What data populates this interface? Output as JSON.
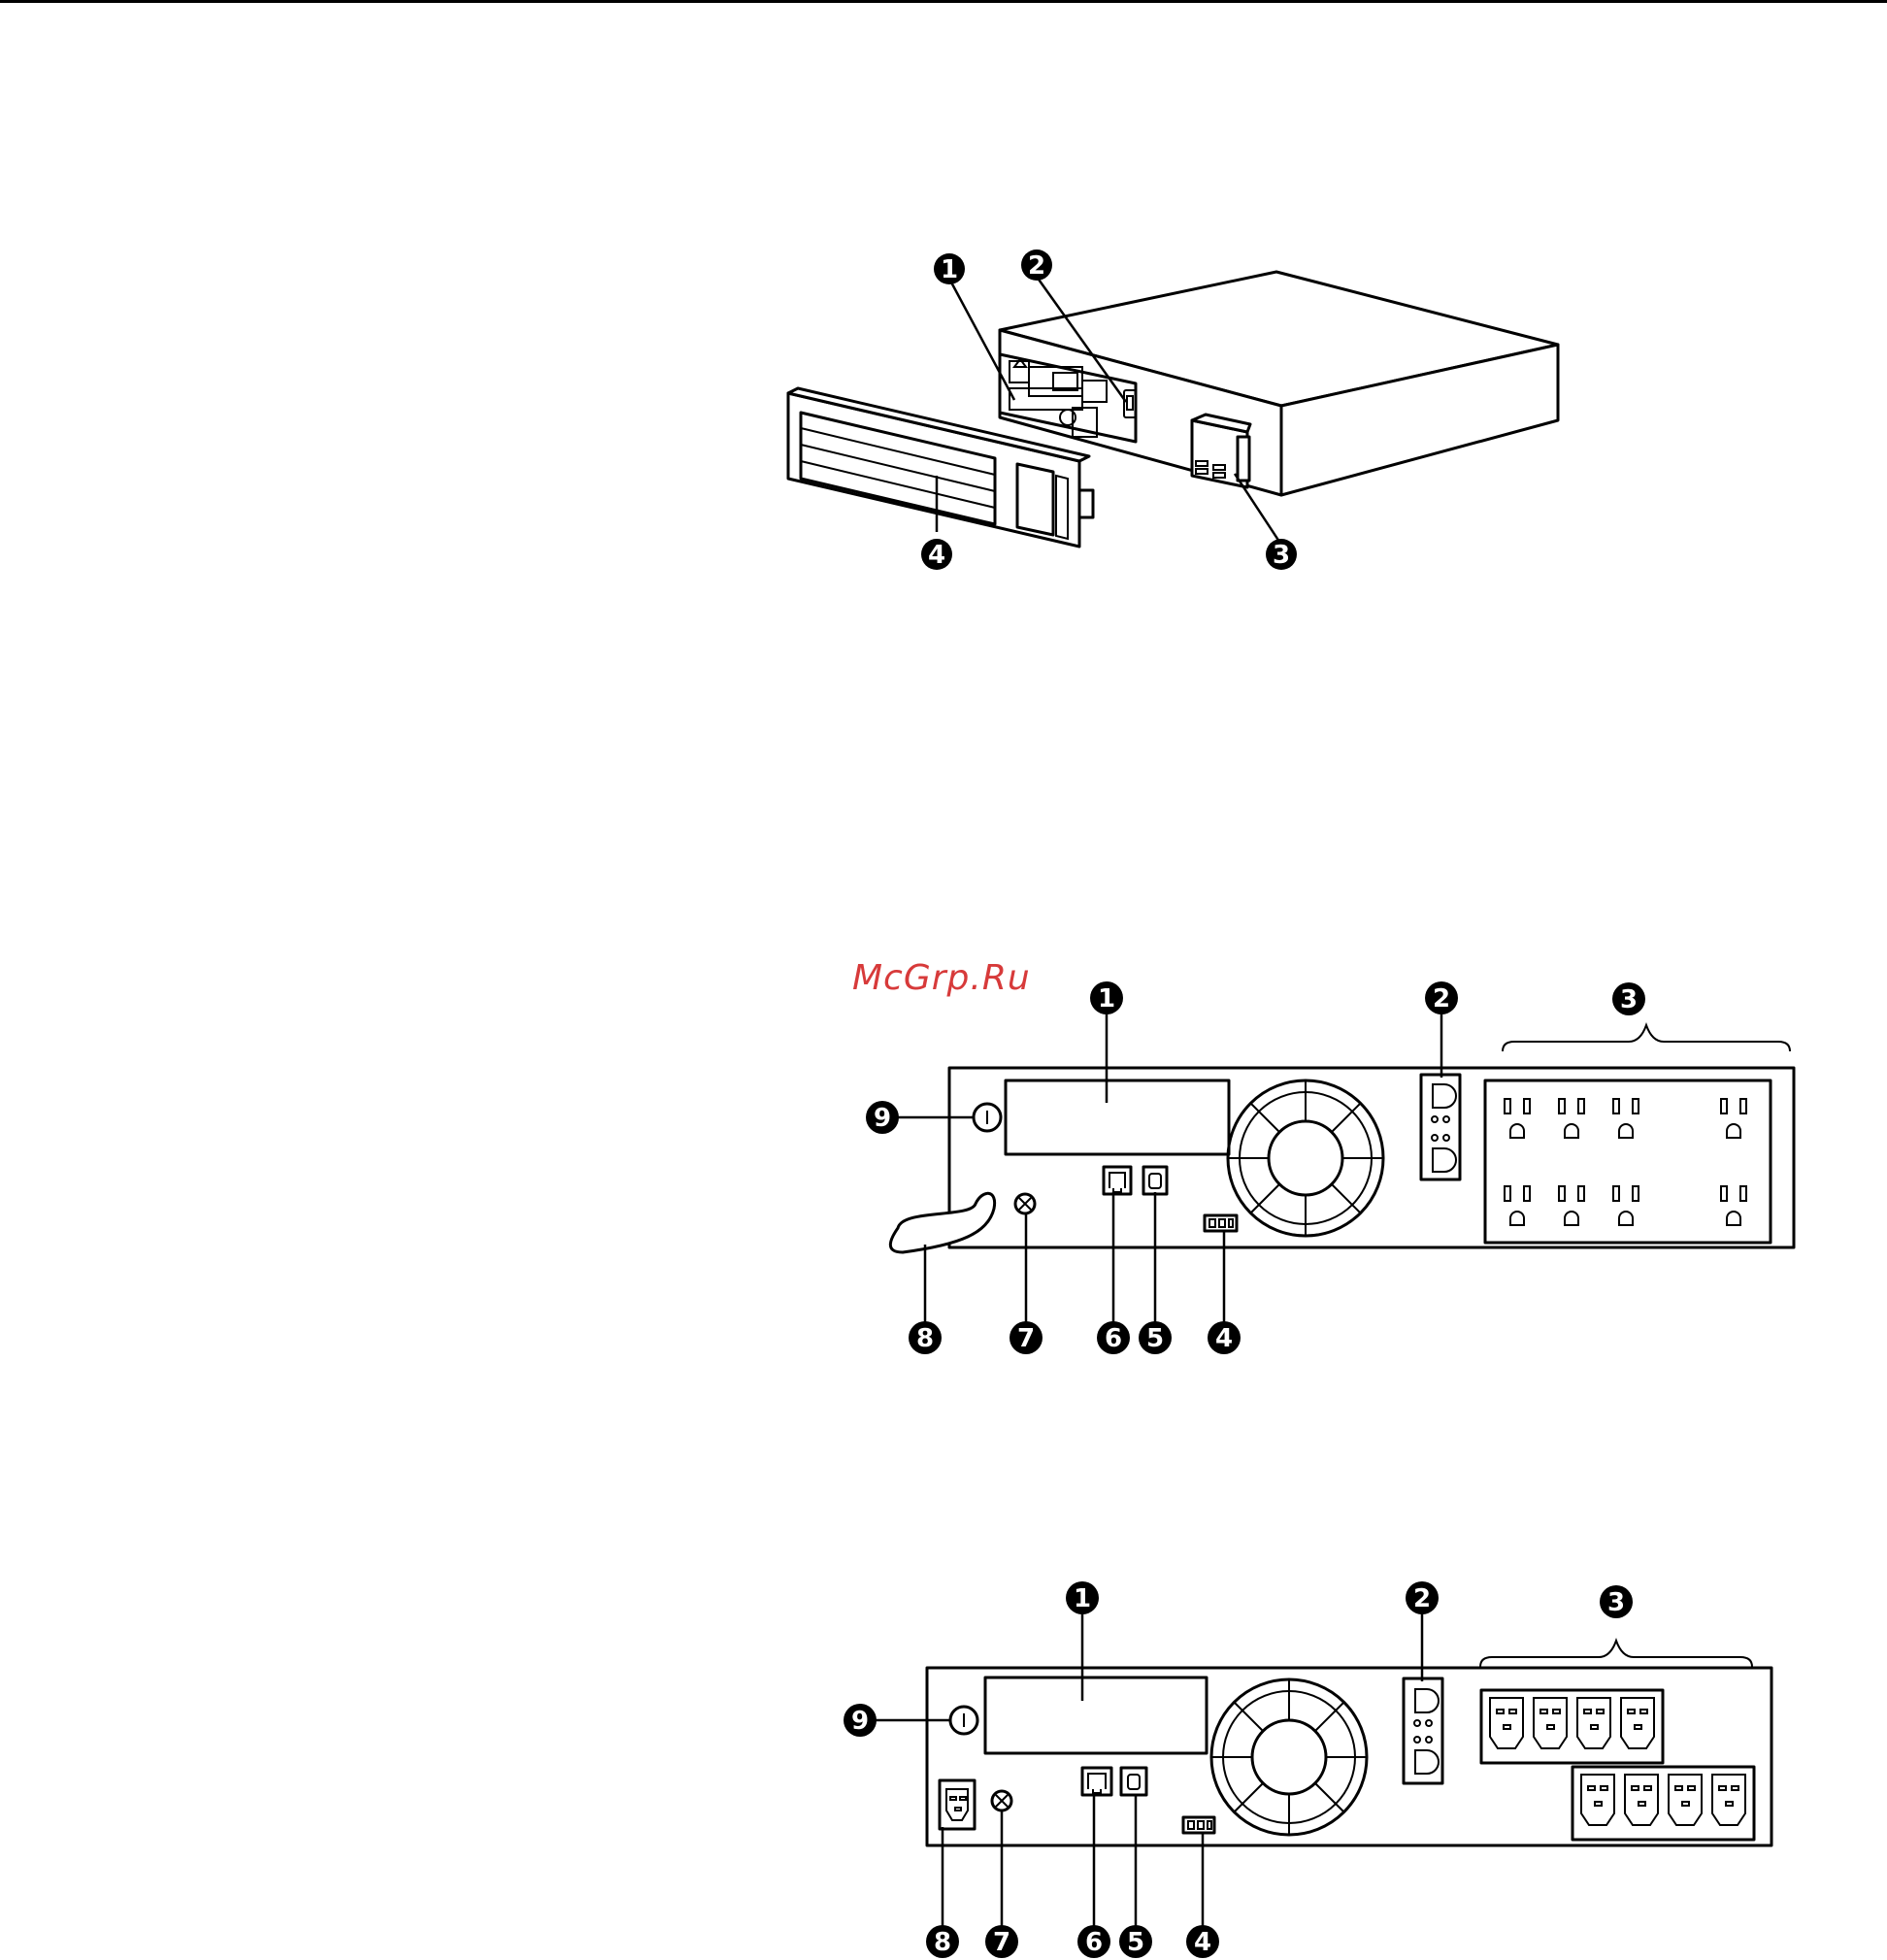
{
  "watermark": "McGrp.Ru",
  "figures": [
    {
      "id": "front-view",
      "callouts": [
        "1",
        "2",
        "3",
        "4"
      ]
    },
    {
      "id": "rear-view-nema",
      "callouts": [
        "1",
        "2",
        "3",
        "4",
        "5",
        "6",
        "7",
        "8",
        "9"
      ]
    },
    {
      "id": "rear-view-iec",
      "callouts": [
        "1",
        "2",
        "3",
        "4",
        "5",
        "6",
        "7",
        "8",
        "9"
      ]
    }
  ],
  "colors": {
    "ink": "#000000",
    "watermark": "#d73a3a",
    "background": "#ffffff"
  }
}
